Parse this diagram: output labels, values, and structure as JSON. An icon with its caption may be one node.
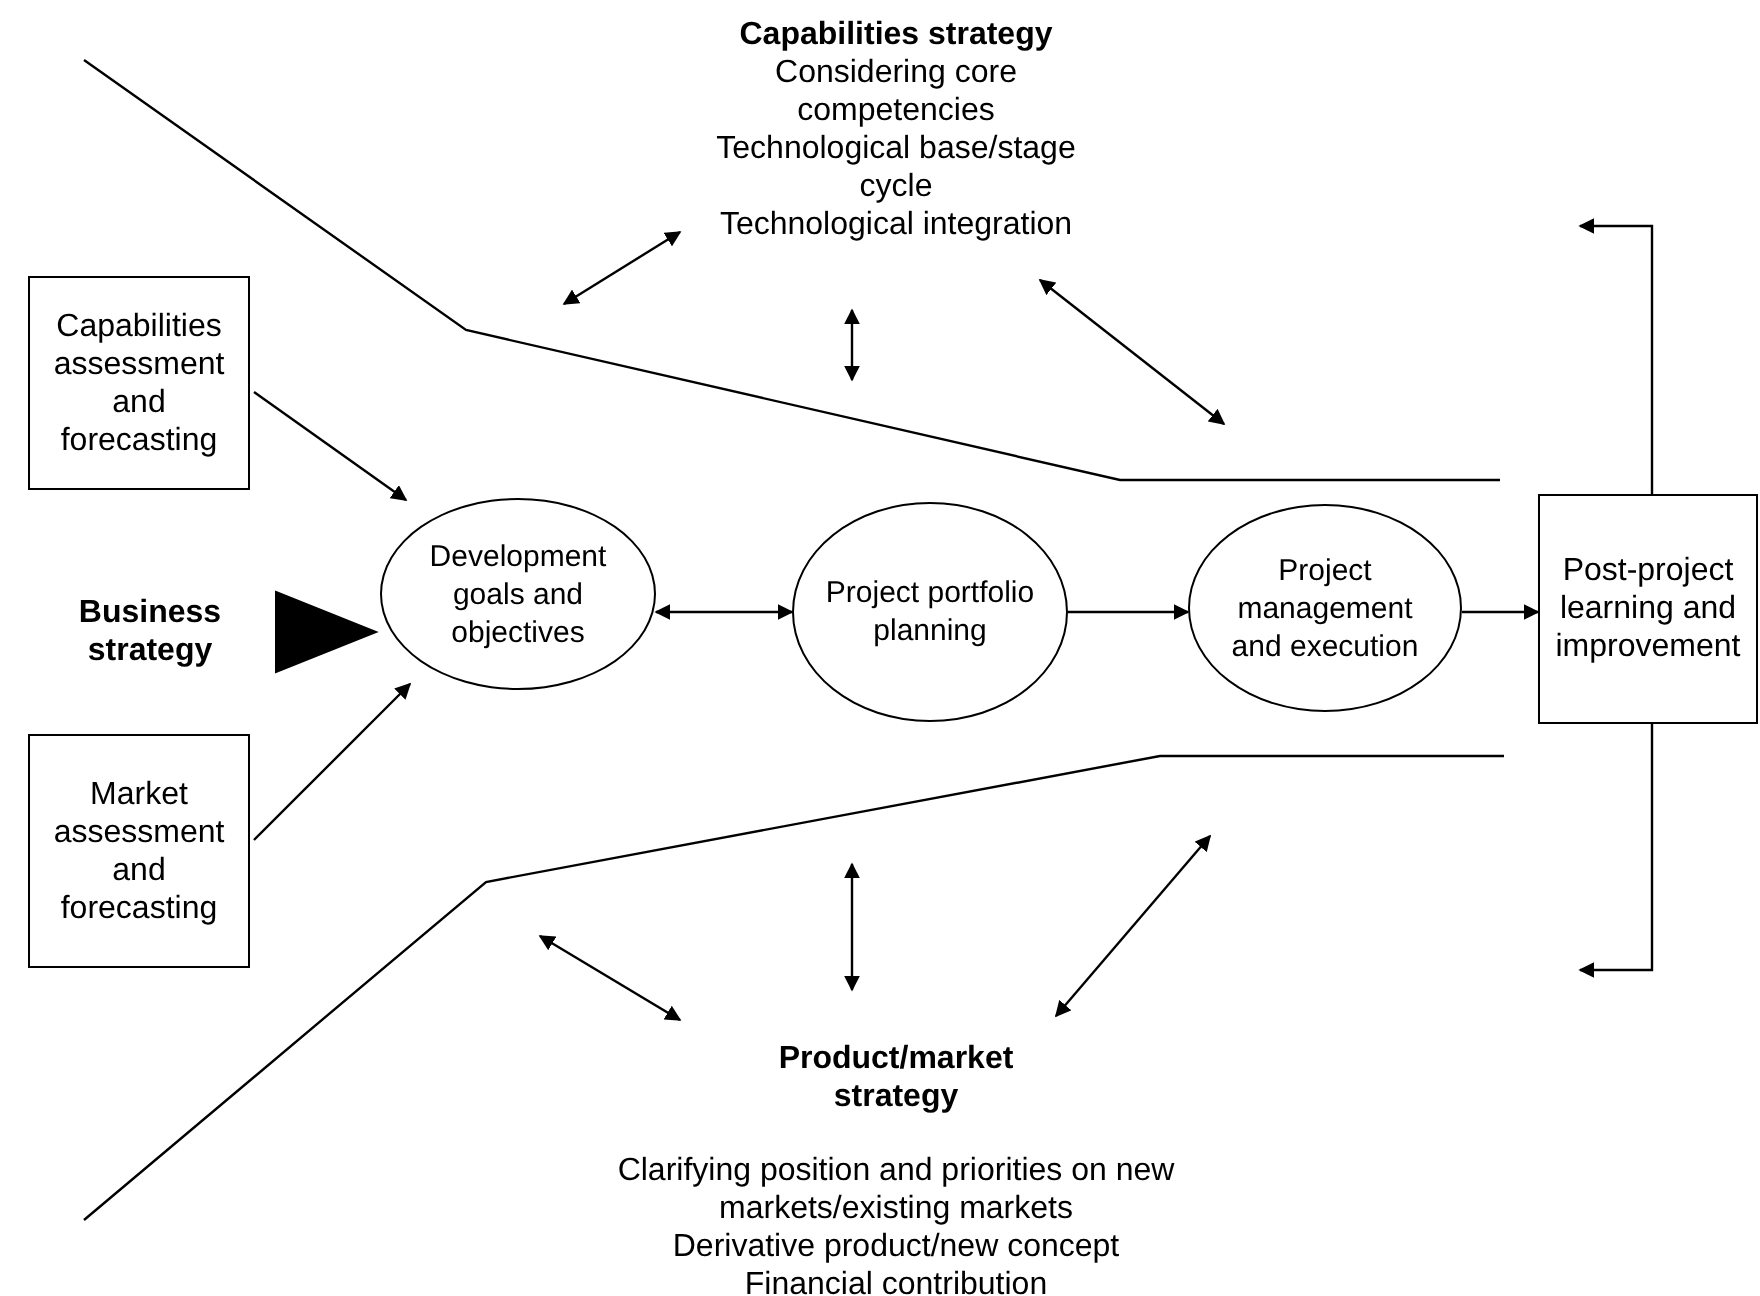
{
  "diagram": {
    "nodes": [
      {
        "text": [
          "Capabilities strategy",
          "Considering core competencies",
          "Technological base/stage cycle",
          "Technological integration"
        ]
      },
      {
        "text": [
          "Capabilities assessment and forecasting"
        ]
      },
      {
        "text": [
          "Business strategy"
        ]
      },
      {
        "text": [
          "Development goals and objectives"
        ]
      },
      {
        "text": [
          "Project portfolio planning"
        ]
      },
      {
        "text": [
          "Project management and execution"
        ]
      },
      {
        "text": [
          "Post-project learning and improvement"
        ]
      },
      {
        "text": [
          "Market assessment and forecasting"
        ]
      },
      {
        "text": [
          "Product/market strategy",
          "Clarifying position and priorities on new markets/existing markets",
          "Derivative product/new concept",
          "Financial contribution"
        ]
      }
    ],
    "edges": [
      {
        "from": 1,
        "to": 3,
        "arrow": "to"
      },
      {
        "from": 7,
        "to": 3,
        "arrow": "to"
      },
      {
        "from": 2,
        "to": 3,
        "arrow": "to"
      },
      {
        "from": 3,
        "to": 4,
        "arrow": "both"
      },
      {
        "from": 4,
        "to": 5,
        "arrow": "to"
      },
      {
        "from": 5,
        "to": 6,
        "arrow": "to"
      },
      {
        "from": 6,
        "to": null,
        "arrow": "to"
      },
      {
        "from": 6,
        "to": null,
        "arrow": "to"
      },
      {
        "from": 0,
        "to": null,
        "arrow": "both"
      },
      {
        "from": 0,
        "to": null,
        "arrow": "both"
      },
      {
        "from": 0,
        "to": null,
        "arrow": "both"
      },
      {
        "from": 8,
        "to": null,
        "arrow": "both"
      },
      {
        "from": 8,
        "to": null,
        "arrow": "both"
      },
      {
        "from": 8,
        "to": null,
        "arrow": "both"
      }
    ]
  }
}
